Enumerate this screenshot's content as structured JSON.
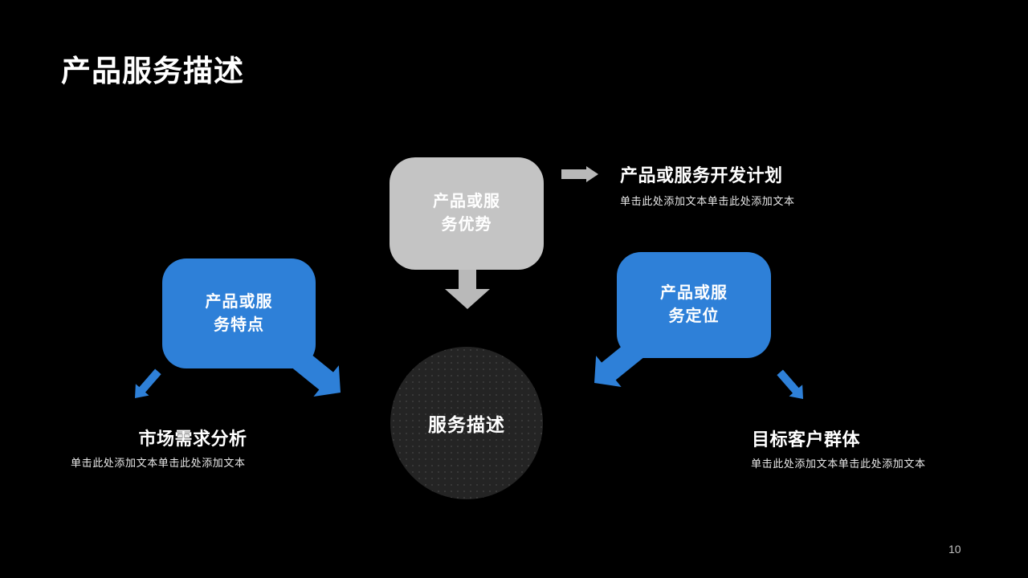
{
  "slide": {
    "title": "产品服务描述",
    "page_number": "10",
    "background_color": "#000000"
  },
  "colors": {
    "accent_blue": "#2e80d8",
    "gray_bubble": "#c4c4c4",
    "gray_arrow": "#b9b9b9",
    "circle_fill": "#242424",
    "text_white": "#ffffff"
  },
  "bubbles": {
    "advantage": {
      "line1": "产品或服",
      "line2": "务优势"
    },
    "feature": {
      "line1": "产品或服",
      "line2": "务特点"
    },
    "positioning": {
      "line1": "产品或服",
      "line2": "务定位"
    }
  },
  "center": {
    "circle_label": "服务描述"
  },
  "callouts": {
    "development_plan": {
      "heading": "产品或服务开发计划",
      "body": "单击此处添加文本单击此处添加文本"
    },
    "market_demand": {
      "heading": "市场需求分析",
      "body": "单击此处添加文本单击此处添加文本"
    },
    "target_customers": {
      "heading": "目标客户群体",
      "body": "单击此处添加文本单击此处添加文本"
    }
  }
}
